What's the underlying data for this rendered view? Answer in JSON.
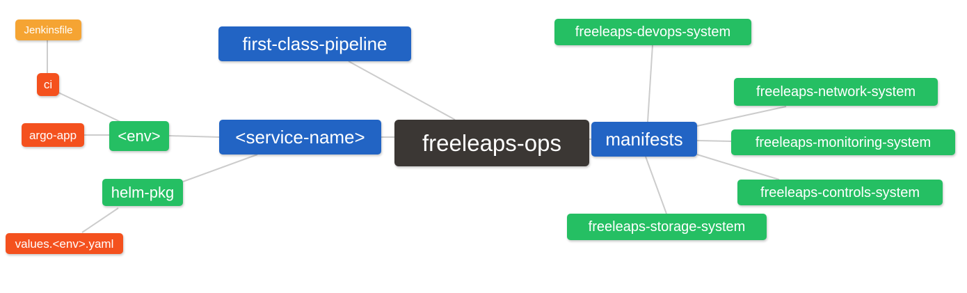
{
  "diagram": {
    "type": "mindmap",
    "root": "freeleaps-ops"
  },
  "palette": {
    "root_background": "#3b3734",
    "branch_blue": "#2264c4",
    "leaf_green": "#25bf63",
    "leaf_red": "#f4511e",
    "leaf_orange": "#f5a433",
    "edge_gray": "#cccccc",
    "text": "#ffffff"
  },
  "nodes": {
    "jenkinsfile": {
      "label": "Jenkinsfile"
    },
    "ci": {
      "label": "ci"
    },
    "argo_app": {
      "label": "argo-app"
    },
    "env": {
      "label": "<env>"
    },
    "helm_pkg": {
      "label": "helm-pkg"
    },
    "values_env_yaml": {
      "label": "values.<env>.yaml"
    },
    "first_class_pipeline": {
      "label": "first-class-pipeline"
    },
    "service_name": {
      "label": "<service-name>"
    },
    "freeleaps_ops": {
      "label": "freeleaps-ops"
    },
    "manifests": {
      "label": "manifests"
    },
    "devops_system": {
      "label": "freeleaps-devops-system"
    },
    "network_system": {
      "label": "freeleaps-network-system"
    },
    "monitoring_system": {
      "label": "freeleaps-monitoring-system"
    },
    "controls_system": {
      "label": "freeleaps-controls-system"
    },
    "storage_system": {
      "label": "freeleaps-storage-system"
    }
  },
  "edges": [
    {
      "from": "Jenkinsfile",
      "to": "ci"
    },
    {
      "from": "ci",
      "to": "<env>"
    },
    {
      "from": "argo-app",
      "to": "<env>"
    },
    {
      "from": "<env>",
      "to": "<service-name>"
    },
    {
      "from": "helm-pkg",
      "to": "<service-name>"
    },
    {
      "from": "values.<env>.yaml",
      "to": "helm-pkg"
    },
    {
      "from": "first-class-pipeline",
      "to": "freeleaps-ops"
    },
    {
      "from": "<service-name>",
      "to": "freeleaps-ops"
    },
    {
      "from": "freeleaps-ops",
      "to": "manifests"
    },
    {
      "from": "manifests",
      "to": "freeleaps-devops-system"
    },
    {
      "from": "manifests",
      "to": "freeleaps-network-system"
    },
    {
      "from": "manifests",
      "to": "freeleaps-monitoring-system"
    },
    {
      "from": "manifests",
      "to": "freeleaps-controls-system"
    },
    {
      "from": "manifests",
      "to": "freeleaps-storage-system"
    }
  ]
}
